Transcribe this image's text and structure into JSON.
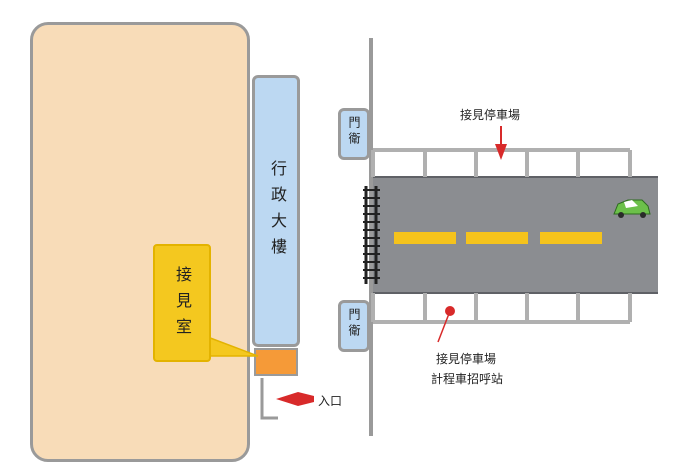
{
  "labels": {
    "admin_building": "行政大樓",
    "reception_room": "接見室",
    "guard_top": "門衛",
    "guard_bottom": "門衛",
    "entrance": "入口",
    "parking_top": "接見停車場",
    "parking_bottom": "接見停車場",
    "taxi_stand": "計程車招呼站"
  },
  "icons": {
    "car": "car-icon",
    "pin": "location-pin-icon",
    "arrow": "arrow-left-icon"
  },
  "colors": {
    "campus_fill": "#f8dcb8",
    "building_fill": "#bcd8f2",
    "reception_fill": "#f4c81f",
    "entrance_fill": "#f59a38",
    "road": "#8b8d91",
    "road_lines": "#f5c31c",
    "marker": "#d82a2a",
    "car": "#6cc04a"
  }
}
